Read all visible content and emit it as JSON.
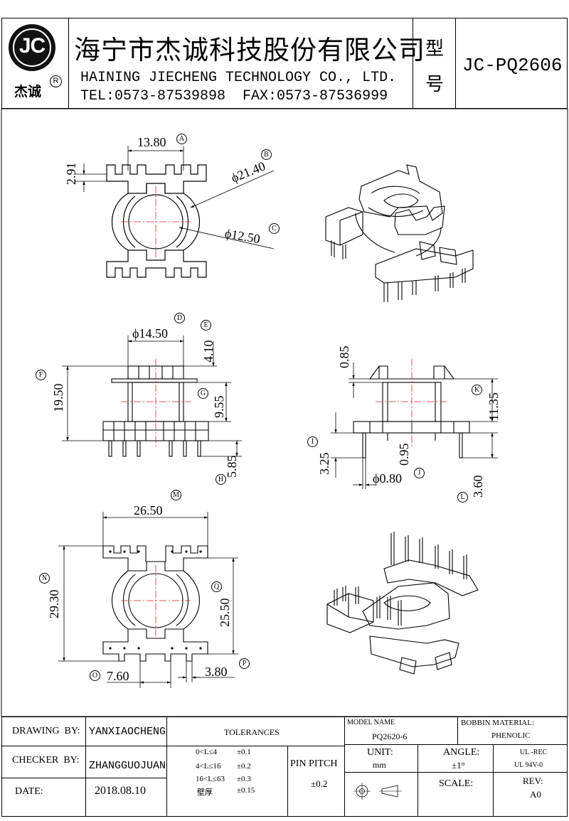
{
  "header": {
    "logo_letters": "JC",
    "logo_caption": "杰诚",
    "registered_mark": "R",
    "company_cn": "海宁市杰诚科技股份有限公司",
    "company_en": "HAINING JIECHENG TECHNOLOGY CO., LTD.",
    "contact": "TEL:0573-87539898  FAX:0573-87536999",
    "model_label_1": "型",
    "model_label_2": "号",
    "model": "JC-PQ2606"
  },
  "drawing": {
    "top_view": {
      "dim_width": "13.80",
      "mark_width": "A",
      "dim_slot": "2.91",
      "dim_outer_dia": "ϕ21.40",
      "mark_outer_dia": "B",
      "dim_inner_dia": "ϕ12.50",
      "mark_inner_dia": "C"
    },
    "front_view": {
      "dim_core": "ϕ14.50",
      "mark_core": "D",
      "dim_flange": "4.10",
      "mark_flange": "E",
      "dim_total_h": "19.50",
      "mark_total_h": "F",
      "dim_winding": "9.55",
      "mark_winding": "G",
      "dim_pin": "5.85",
      "mark_pin": "H"
    },
    "side_view": {
      "dim_top": "0.85",
      "dim_height": "11.35",
      "mark_height": "K",
      "dim_base": "3.25",
      "mark_base": "I",
      "dim_gap": "0.95",
      "dim_pin_dia": "ϕ0.80",
      "mark_pin_dia": "J",
      "dim_pin_len": "3.60",
      "mark_pin_len": "L"
    },
    "bottom_view": {
      "dim_width": "26.50",
      "mark_width": "M",
      "dim_height": "29.30",
      "mark_height": "N",
      "dim_inner_h": "25.50",
      "mark_inner_h": "Q",
      "dim_left": "7.60",
      "mark_left": "O",
      "dim_pitch": "3.80",
      "mark_pitch": "P"
    }
  },
  "title_block": {
    "drawing_by_label": "DRAWING  BY:",
    "drawing_by": "YANXIAOCHENG",
    "checker_by_label": "CHECKER  BY:",
    "checker_by": "ZHANGGUOJUAN",
    "date_label": "DATE:",
    "date": "2018.08.10",
    "tolerances_label": "TOLERANCES",
    "tol_rows": [
      {
        "range": "0<L≤4",
        "value": "±0.1"
      },
      {
        "range": "4<L≤16",
        "value": "±0.2"
      },
      {
        "range": "16<L≤63",
        "value": "±0.3"
      },
      {
        "range": "壁厚",
        "value": "±0.15"
      }
    ],
    "pin_pitch_label": "PIN PITCH",
    "pin_pitch_value": "±0.2",
    "model_name_label": "MODEL NAME",
    "model_name": "PQ2620-6",
    "bobbin_material_label": "BOBBIN MATERIAL:",
    "bobbin_material": "PHENOLIC",
    "unit_label": "UNIT:",
    "unit": "mm",
    "angle_label": "ANGLE:",
    "angle": "±1°",
    "ul_1": "UL -REC",
    "ul_2": "UL 94V-0",
    "scale_label": "SCALE:",
    "rev_label": "REV:",
    "rev": "A0"
  }
}
